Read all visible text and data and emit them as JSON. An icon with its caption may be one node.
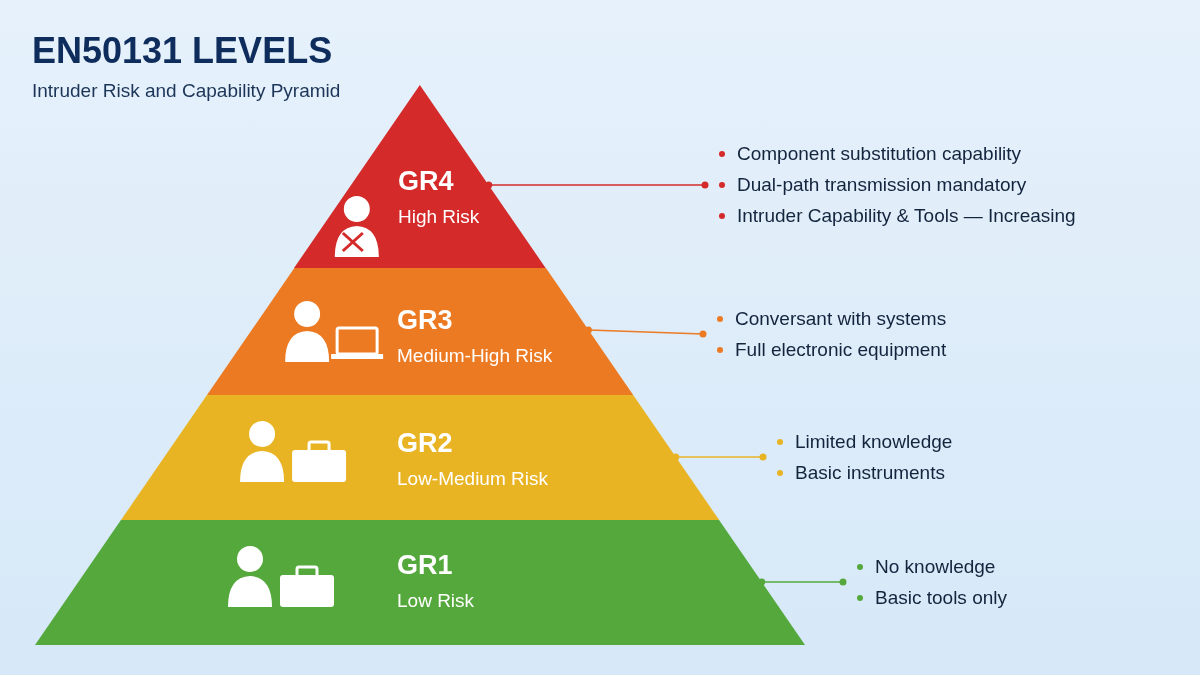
{
  "diagram": {
    "title": "EN50131 LEVELS",
    "nodes": [
      {
        "text": [
          "GR4",
          "High Risk"
        ]
      },
      {
        "text": [
          "Component substitution capability",
          "Dual-path transmission mandatory",
          "Intruder Capability & Tools — Increasing"
        ]
      },
      {
        "text": [
          "GR3",
          "Medium-High Risk"
        ]
      },
      {
        "text": [
          "Conversant with systems",
          "Full electronic equipment"
        ]
      },
      {
        "text": [
          "GR2",
          "Low-Medium Risk"
        ]
      },
      {
        "text": [
          "Limited knowledge",
          "Basic instruments"
        ]
      },
      {
        "text": [
          "GR1",
          "Low Risk"
        ]
      },
      {
        "text": [
          "No knowledge",
          "Basic tools only"
        ]
      }
    ],
    "edges": [
      {
        "from": 0,
        "to": 1,
        "arrow": "other",
        "color": "#d42a2a"
      },
      {
        "from": 2,
        "to": 3,
        "arrow": "other",
        "color": "#ec7a22"
      },
      {
        "from": 4,
        "to": 5,
        "arrow": "other",
        "color": "#e9b424"
      },
      {
        "from": 6,
        "to": 7,
        "arrow": "other",
        "color": "#55a83c"
      }
    ],
    "labels": [
      "Intruder Risk and Capability Pyramid"
    ]
  }
}
